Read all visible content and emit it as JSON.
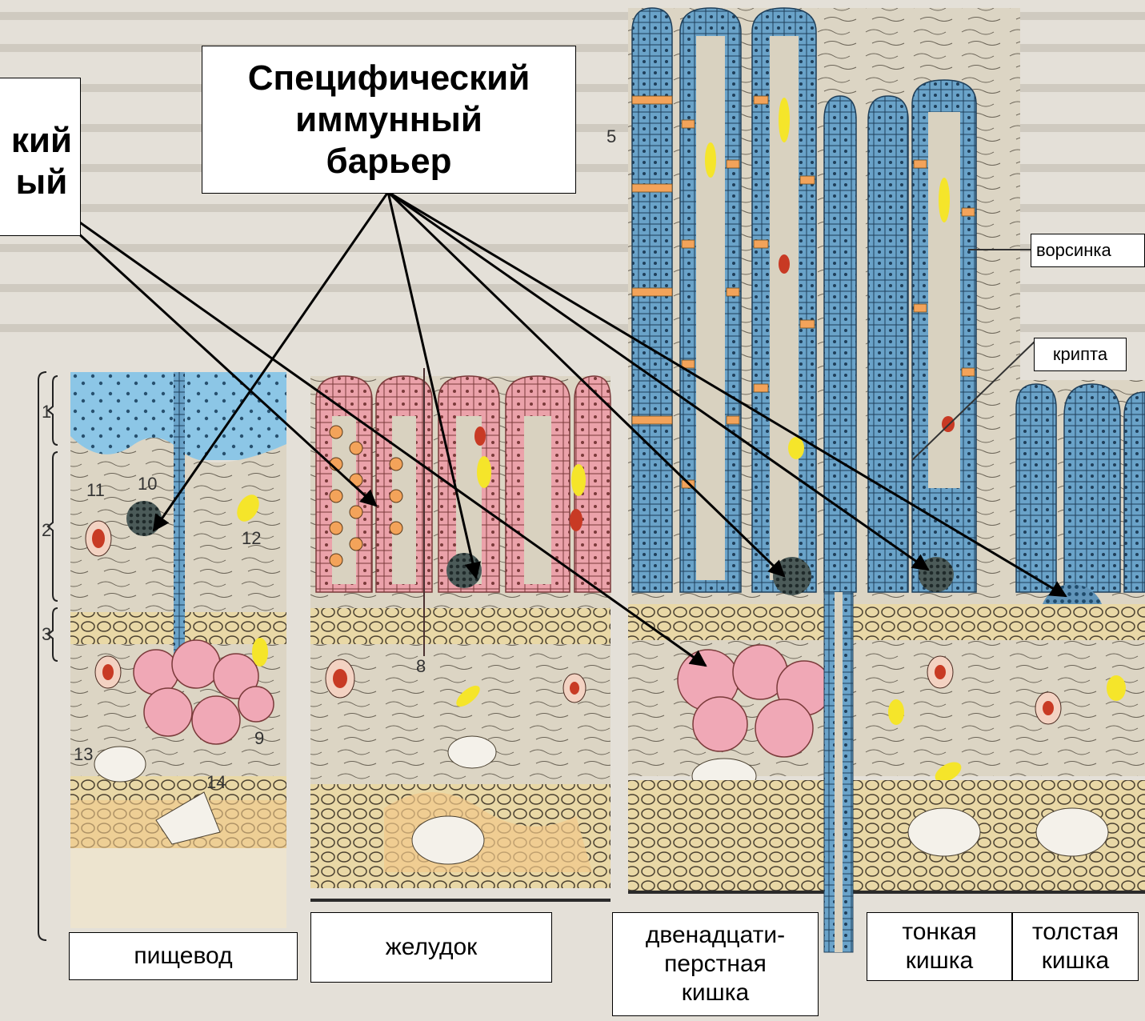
{
  "labels": {
    "specific_barrier": "Специфический\nиммунный\nбарьер",
    "nonspecific_barrier_fragment": "кий\nый",
    "villus": "ворсинка",
    "crypt": "крипта",
    "esophagus": "пищевод",
    "stomach": "желудок",
    "duodenum": "двенадцати-\nперстная\nкишка",
    "small_intestine": "тонкая\nкишка",
    "large_intestine": "толстая\nкишка"
  },
  "diagram_numbers": [
    "1",
    "2",
    "3",
    "5",
    "8",
    "9",
    "10",
    "11",
    "12",
    "13",
    "14"
  ],
  "colors": {
    "epithelium_blue": "#5f9cc4",
    "epithelium_pink": "#e9a0a8",
    "gland_pink": "#f2b0bd",
    "lamina_beige": "#d9d2c0",
    "muscle_yellow": "#efcf88",
    "lymph_dark": "#2f3d3d",
    "nucleus_orange": "#f3a35a",
    "vessel_red": "#c83a24",
    "yellow_body": "#f5e52a",
    "arrow": "#000000"
  }
}
